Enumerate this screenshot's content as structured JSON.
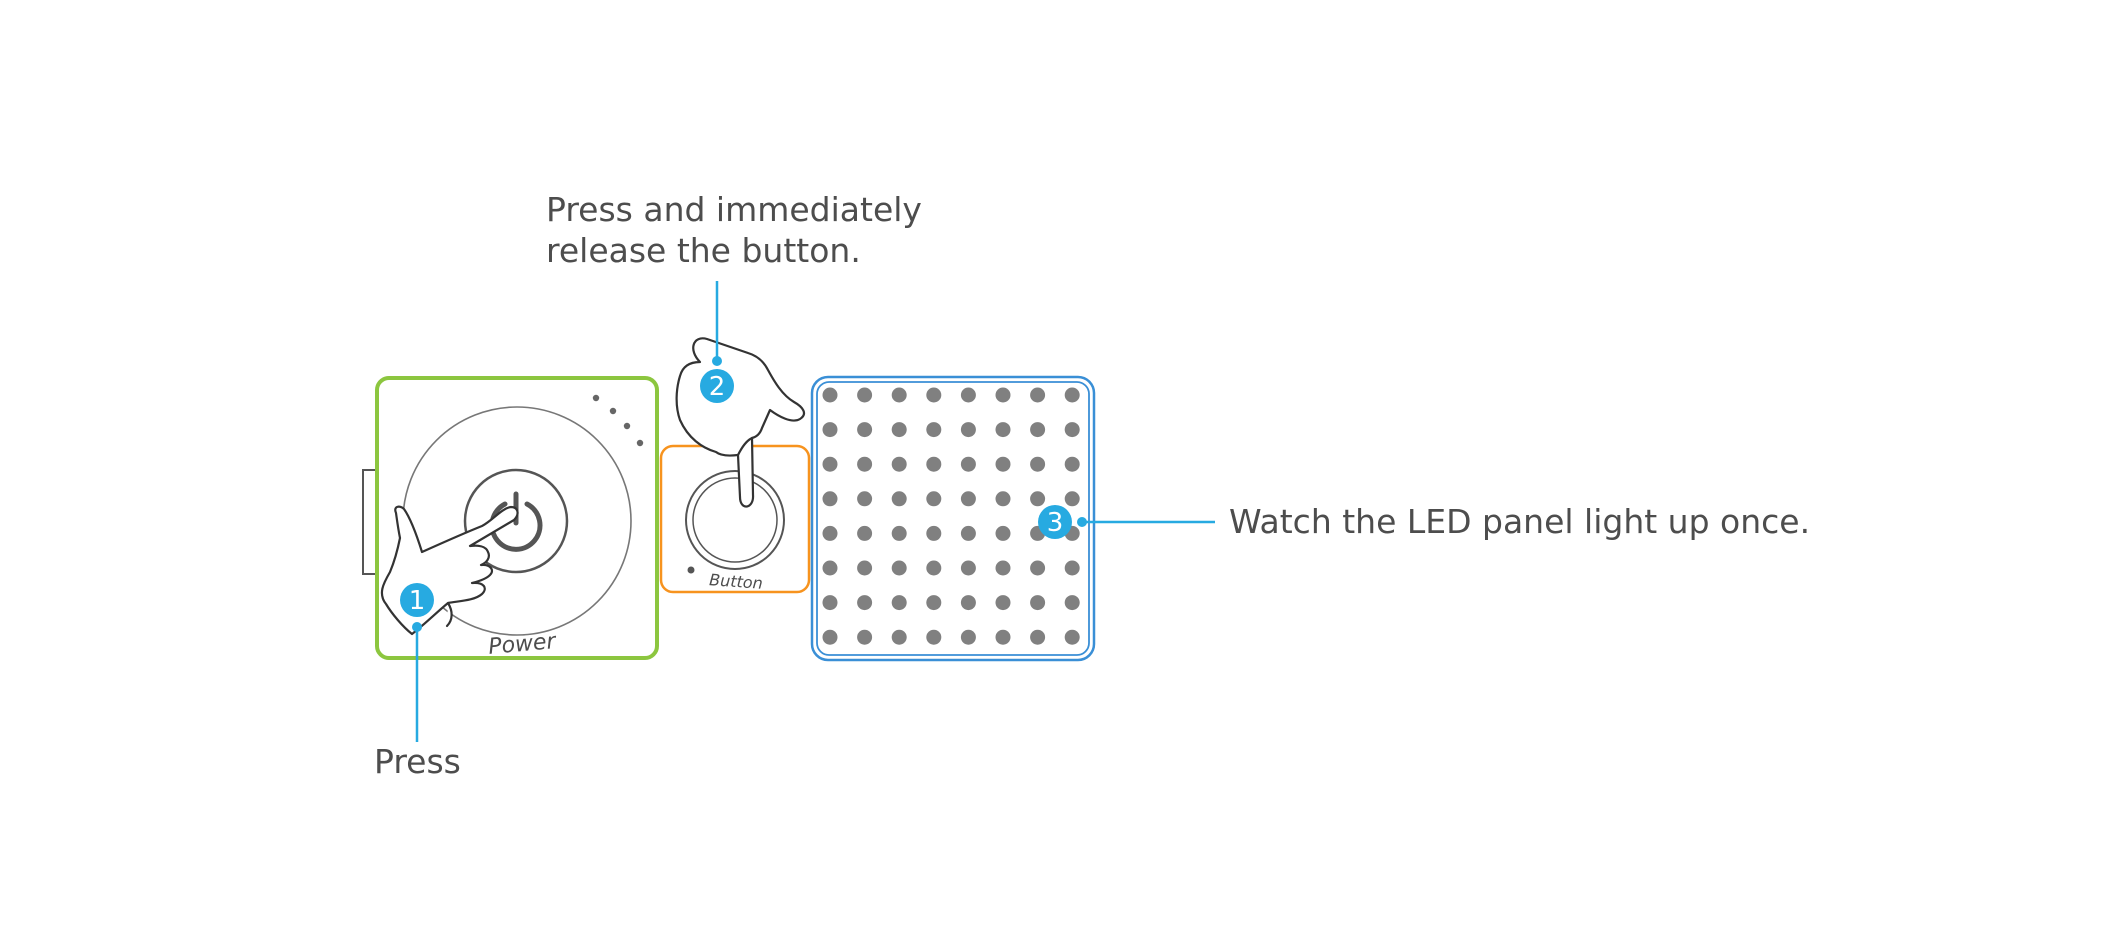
{
  "steps": [
    {
      "number": "1",
      "text": "Press"
    },
    {
      "number": "2",
      "line1": "Press and immediately",
      "line2": "release the button."
    },
    {
      "number": "3",
      "text": "Watch the LED panel light up once."
    }
  ],
  "modules": {
    "power": {
      "label": "Power",
      "color": "#8cc63f"
    },
    "button": {
      "label": "Button",
      "color": "#f7931e"
    },
    "led_panel": {
      "color": "#3a8fd6",
      "rows": 8,
      "cols": 8,
      "dot_color": "#808080"
    }
  },
  "colors": {
    "callout": "#27aae1",
    "outline": "#333333",
    "text": "#4d4d4d"
  },
  "icons": {
    "power": "power-icon",
    "hand": "pointing-hand-icon"
  }
}
